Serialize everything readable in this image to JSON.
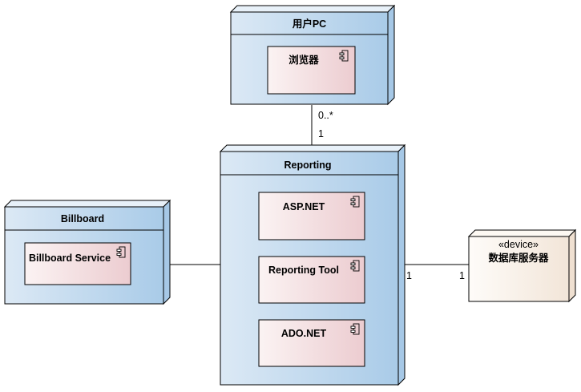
{
  "nodes": {
    "user_pc": {
      "title": "用户PC",
      "components": [
        "浏览器"
      ]
    },
    "reporting": {
      "title": "Reporting",
      "components": [
        "ASP.NET",
        "Reporting Tool",
        "ADO.NET"
      ]
    },
    "billboard": {
      "title": "Billboard",
      "components": [
        "Billboard Service"
      ]
    },
    "db_server": {
      "stereotype": "«device»",
      "title": "数据库服务器"
    }
  },
  "connections": [
    {
      "from": "user_pc",
      "to": "reporting",
      "from_multiplicity": "0..*",
      "to_multiplicity": "1"
    },
    {
      "from": "billboard",
      "to": "reporting",
      "from_multiplicity": "",
      "to_multiplicity": ""
    },
    {
      "from": "reporting",
      "to": "db_server",
      "from_multiplicity": "1",
      "to_multiplicity": "1"
    }
  ],
  "colors": {
    "node_fill_light": "#dbe9f6",
    "node_fill_dark": "#a9cbe8",
    "component_fill_light": "#f8eced",
    "component_fill_dark": "#eccdd0",
    "device_fill_light": "#fdfbf7",
    "device_fill_dark": "#f2e6da",
    "stroke": "#000000"
  }
}
